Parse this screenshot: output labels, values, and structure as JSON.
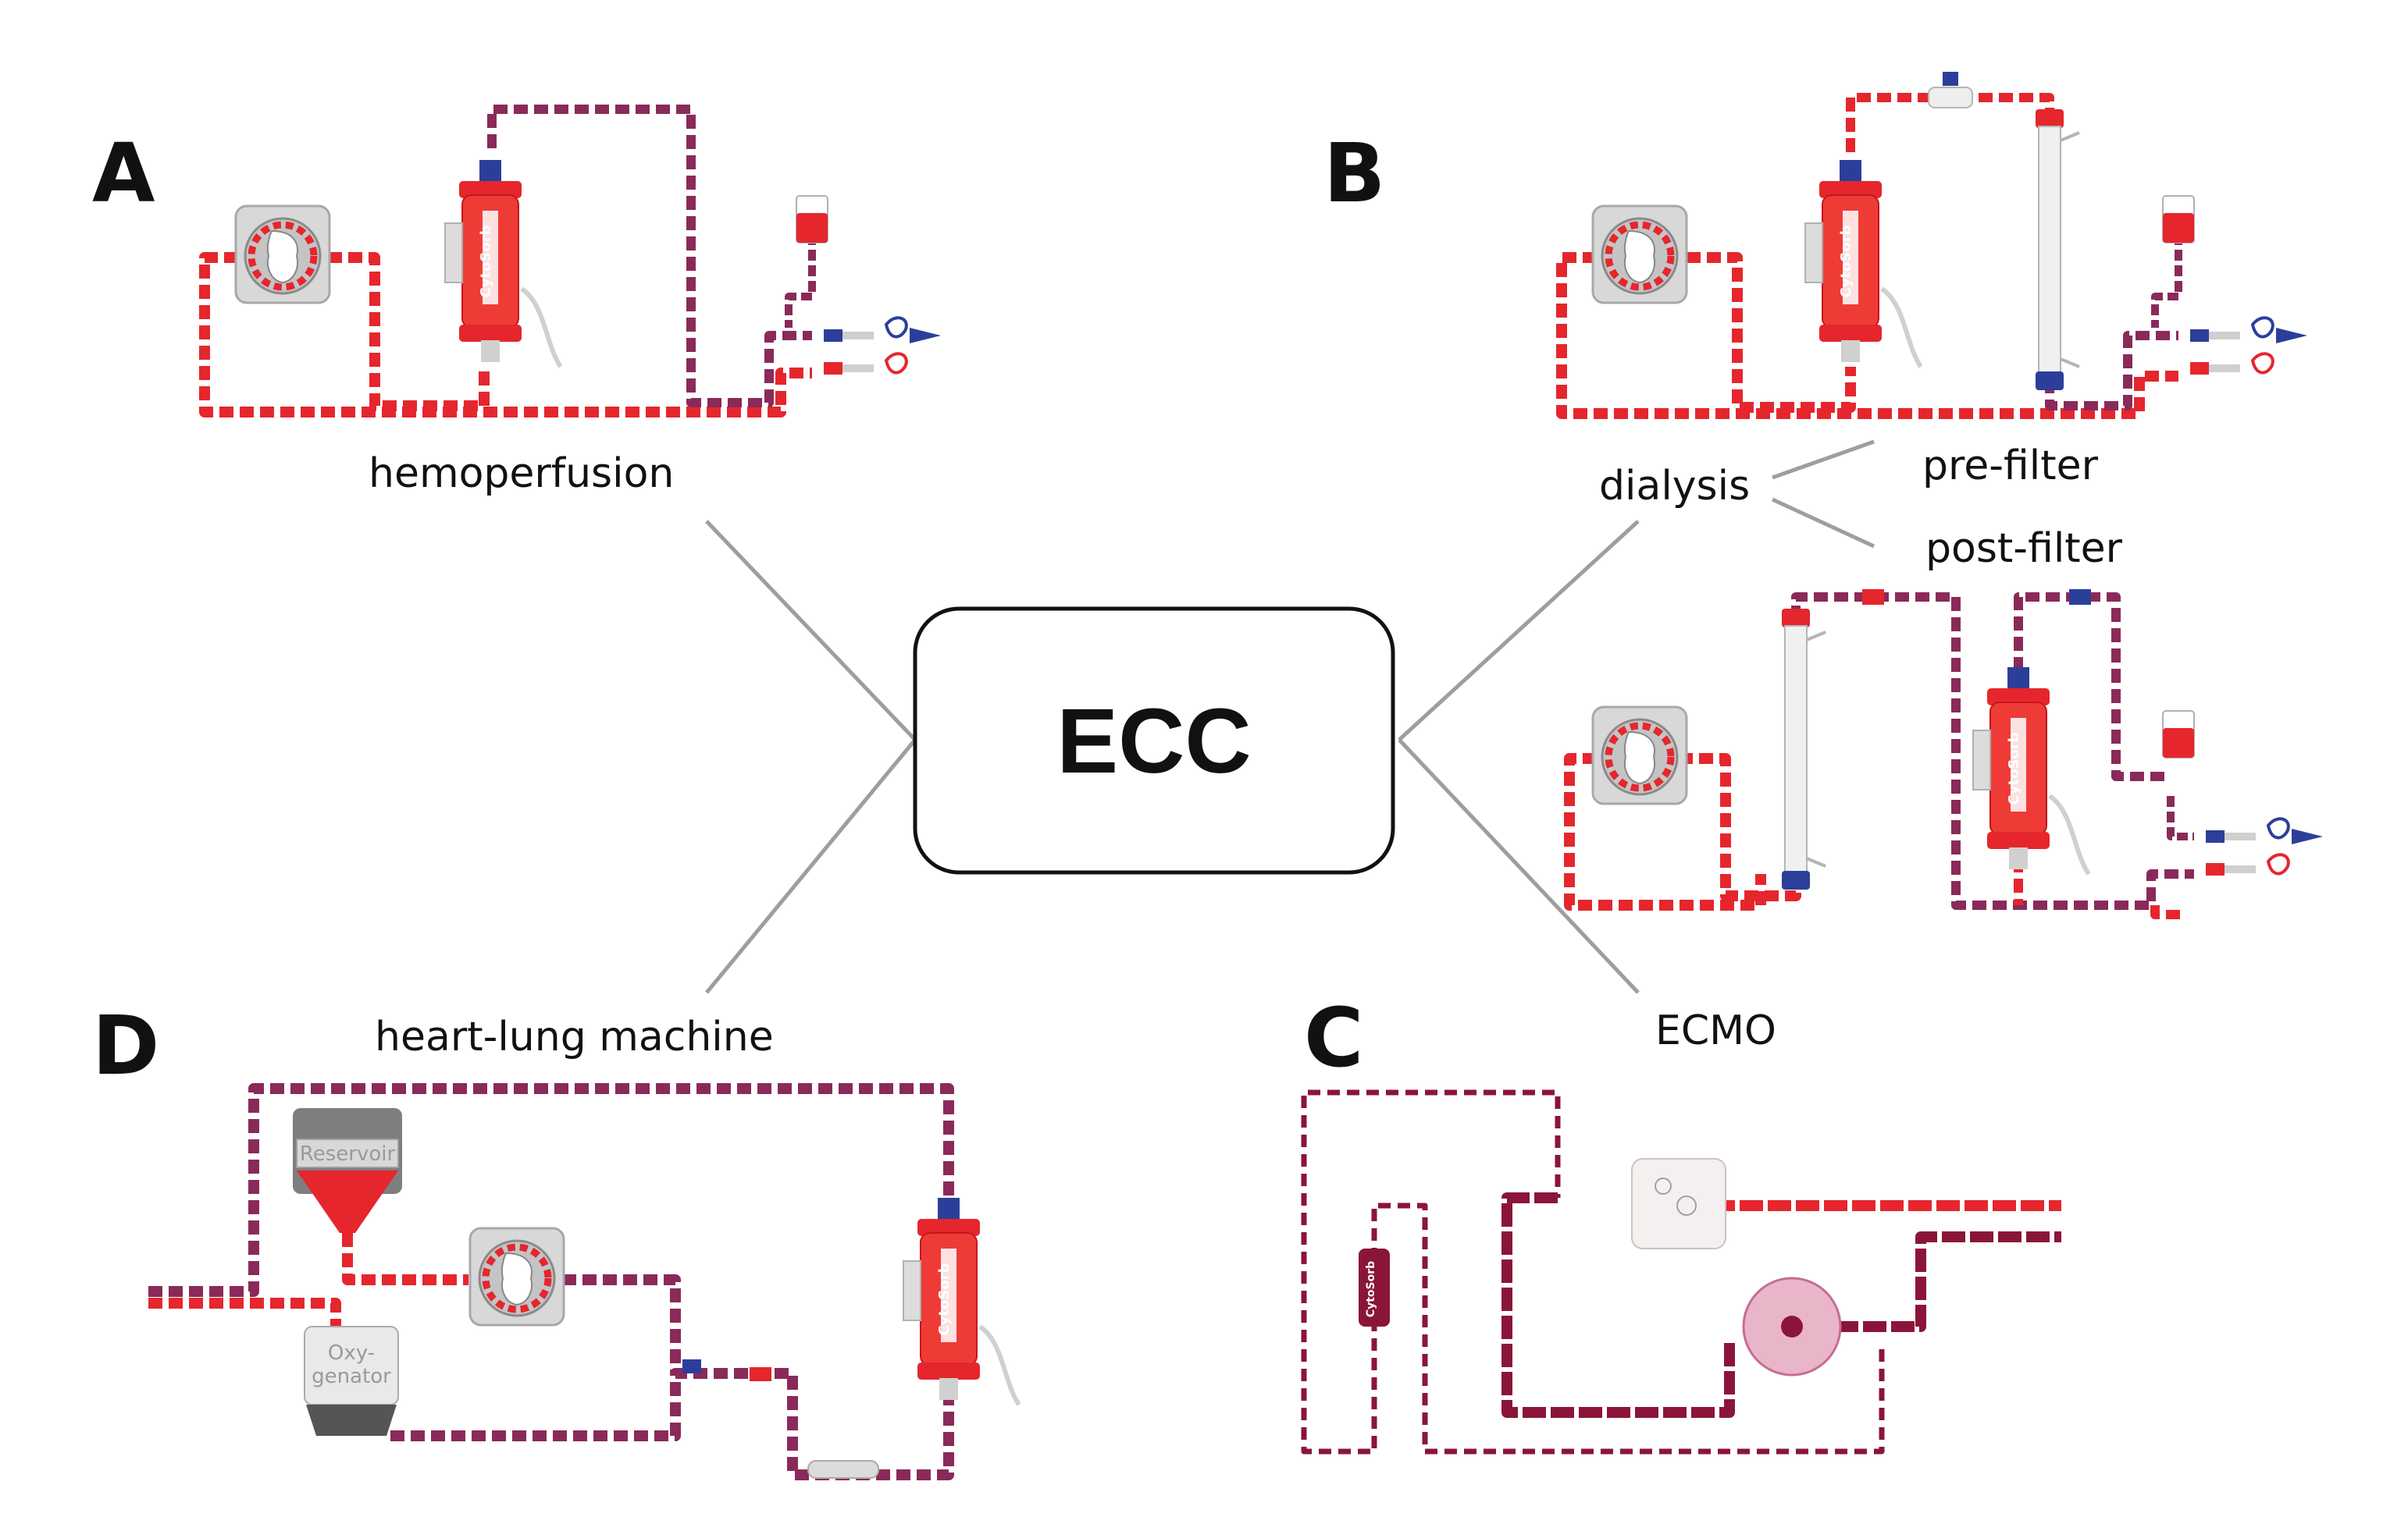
{
  "center": {
    "label": "ECC"
  },
  "panels": {
    "A": {
      "letter": "A",
      "label": "hemoperfusion"
    },
    "B": {
      "letter": "B",
      "label": "dialysis",
      "branches": [
        "pre-filter",
        "post-filter"
      ]
    },
    "C": {
      "letter": "C",
      "label": "ECMO"
    },
    "D": {
      "letter": "D",
      "label": "heart-lung machine"
    }
  },
  "device_labels": {
    "cytosorb": "CytoSorb",
    "reservoir": "Reservoir",
    "oxygenator_line1": "Oxy-",
    "oxygenator_line2": "genator"
  },
  "colors": {
    "arterial": "#e5262d",
    "venous": "#8a2a5a",
    "ecmo": "#8b1538",
    "blue_connector": "#2b3f9a",
    "connector_line": "#9e9e9e"
  }
}
